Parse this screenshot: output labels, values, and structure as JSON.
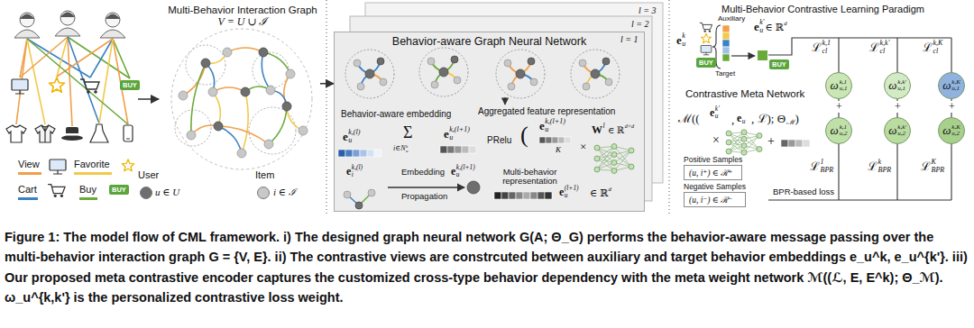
{
  "diagram": {
    "caption": "Figure 1: The model flow of CML framework. i) The designed graph neural network G(A; Θ_G) performs the behavior-aware message passing over the multi-behavior interaction graph G = {V, E}. ii) The contrastive views are constrcuted between auxiliary and target behavior embeddings e_u^k, e_u^{k'}. iii) Our proposed meta contrastive encoder captures the customized cross-type behavior dependency with the meta weight network ℳ((ℒ, E, E^k); Θ_ℳ). ω_u^{k,k'} is the personalized contrastive loss weight.",
    "nodes": [
      {
        "text": [
          "Multi-Behavior Interaction Graph",
          "V = U ∪ ℐ"
        ]
      },
      {
        "text": [
          "Behavior-aware Graph Neural Network"
        ]
      },
      {
        "text": [
          "Positive Samples",
          "(u, i⁺) ∈ ℛ⁺"
        ]
      },
      {
        "text": [
          "Negative Samples",
          "(u, i⁻) ∈ ℛ⁻"
        ]
      },
      {
        "text": [
          "ω",
          "k,1",
          "u,1"
        ]
      },
      {
        "text": [
          "ω",
          "k,k'",
          "u,1"
        ]
      },
      {
        "text": [
          "ω",
          "k,K",
          "u,1"
        ]
      },
      {
        "text": [
          "ω",
          "k,1",
          "u,2"
        ]
      },
      {
        "text": [
          "ω",
          "k,k'",
          "u,2"
        ]
      },
      {
        "text": [
          "ω",
          "k,K",
          "u,2"
        ]
      }
    ],
    "edges": [
      {
        "from": 0,
        "to": 1,
        "arrow": "to"
      }
    ],
    "labels": [
      "BUY",
      "BUY",
      "u ∈ U",
      "i ∈ ℐ",
      "l = 3",
      "l = 2",
      "l = 1",
      "Behavior-aware embedding",
      "Aggregated feature representation",
      "e",
      "k,(l)",
      "u",
      "Σ",
      "i∈N",
      "k",
      "u",
      "e",
      "k,(l+1)",
      "u",
      "PRelu",
      "(",
      "e",
      "k,(l+1)",
      "u",
      "K",
      "×",
      "W",
      "l",
      "∈ ℝ",
      "d×d",
      "e",
      "k,(l)",
      "i",
      "Embedding",
      "e",
      "k,(l+1)",
      "u",
      "Propagation",
      "Multi-behavior representation",
      "e",
      "(l+1)",
      "u",
      "∈ ℝ",
      "d",
      "Multi-Behavior Contrastive Learning Paradigm",
      "Auxiliary",
      "e",
      "k",
      "u",
      "Target",
      "e",
      "k'",
      "u",
      "∈ ℝ",
      "d",
      "BUY",
      "BUY",
      "ℒ",
      "k,1",
      "cl",
      "ℒ",
      "k,k'",
      "cl",
      "ℒ",
      "k,K",
      "cl",
      "Contrastive Meta Network",
      "ℳ((",
      "e",
      "k'",
      "u",
      ",",
      "e",
      "u",
      ", ℒ); Θ",
      "ℳ",
      ")",
      "×",
      "+",
      "+",
      "+",
      "+",
      "BPR-based loss",
      "ℒ",
      "1",
      "BPR",
      "ℒ",
      "k",
      "BPR",
      "ℒ",
      "K",
      "BPR"
    ],
    "legend": [
      {
        "text": "View",
        "color": "#f0a04b"
      },
      {
        "text": "Favorite",
        "color": "#f2c94c"
      },
      {
        "text": "Cart",
        "color": "#3b82c4"
      },
      {
        "text": "Buy",
        "color": "#6aaa3a"
      },
      {
        "text": "User",
        "color": "#6e6e6e"
      },
      {
        "text": "Item",
        "color": "#c8c8c8"
      }
    ]
  }
}
